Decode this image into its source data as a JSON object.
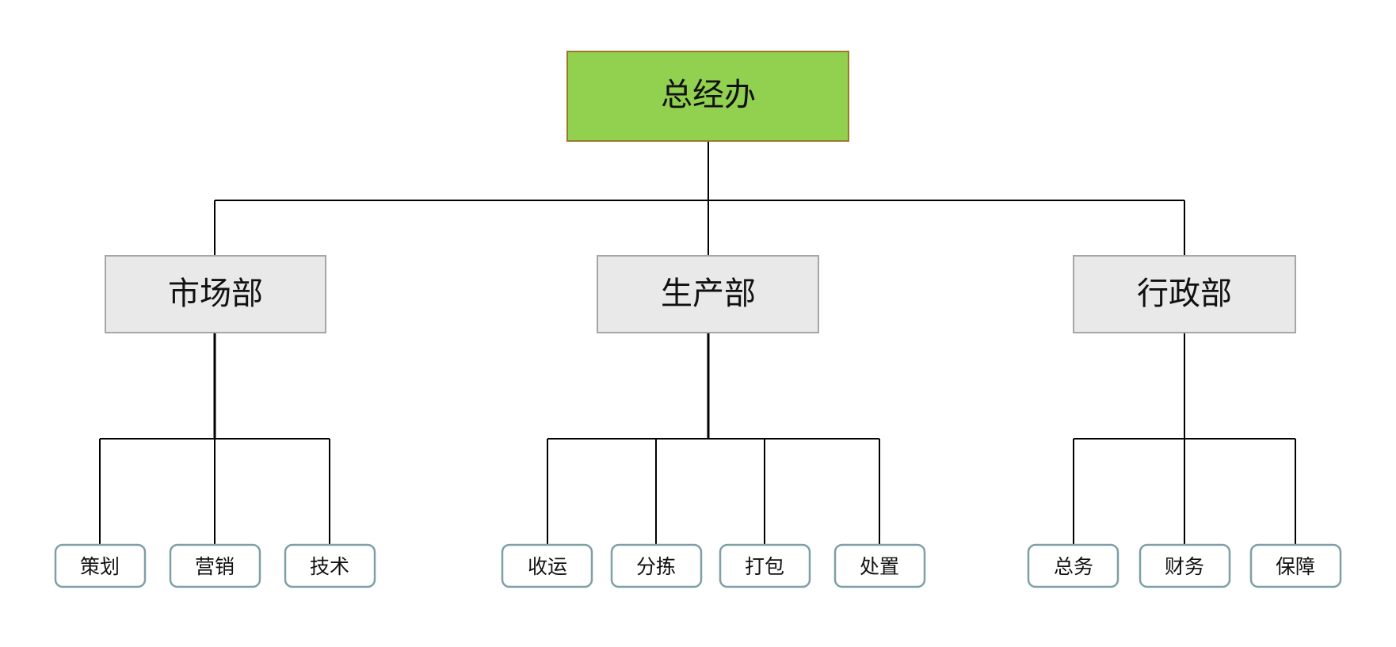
{
  "colors": {
    "root_fill": "#92D050",
    "root_border": "#9A7A2A",
    "dept_fill": "#E9E9E9",
    "dept_border": "#A6A6A6",
    "leaf_fill": "#FFFFFF",
    "leaf_border": "#7E9FA5",
    "line": "#000000"
  },
  "org": {
    "root": {
      "label": "总经办"
    },
    "departments": [
      {
        "label": "市场部",
        "children": [
          "策划",
          "营销",
          "技术"
        ]
      },
      {
        "label": "生产部",
        "children": [
          "收运",
          "分拣",
          "打包",
          "处置"
        ]
      },
      {
        "label": "行政部",
        "children": [
          "总务",
          "财务",
          "保障"
        ]
      }
    ]
  }
}
